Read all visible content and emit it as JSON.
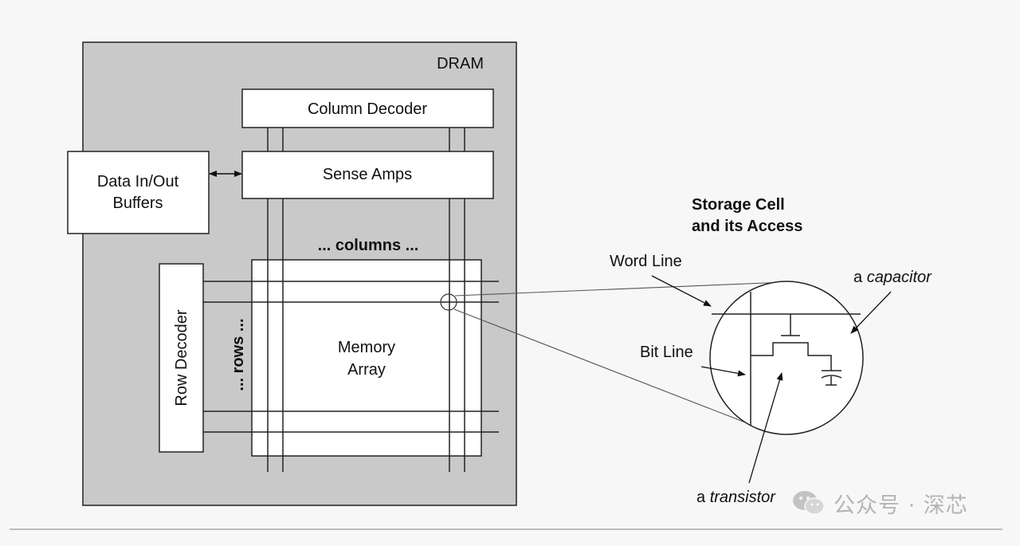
{
  "dram": {
    "title": "DRAM",
    "column_decoder": "Column Decoder",
    "sense_amps": "Sense Amps",
    "data_buffers": [
      "Data In/Out",
      "Buffers"
    ],
    "row_decoder": "Row Decoder",
    "columns_label": "... columns ...",
    "rows_label": "... rows ...",
    "memory_array": [
      "Memory",
      "Array"
    ]
  },
  "cell": {
    "heading": [
      "Storage Cell",
      "and its Access"
    ],
    "word_line": "Word Line",
    "bit_line": "Bit Line",
    "capacitor_prefix": "a ",
    "capacitor": "capacitor",
    "transistor_prefix": "a ",
    "transistor": "transistor"
  },
  "watermark": {
    "icon": "wechat-icon",
    "text": "公众号 · 深芯"
  },
  "colors": {
    "background": "#f7f7f7",
    "dram_fill": "#c9c9c9",
    "box_fill": "#ffffff",
    "stroke": "#222222",
    "watermark": "#b4b4b4"
  }
}
